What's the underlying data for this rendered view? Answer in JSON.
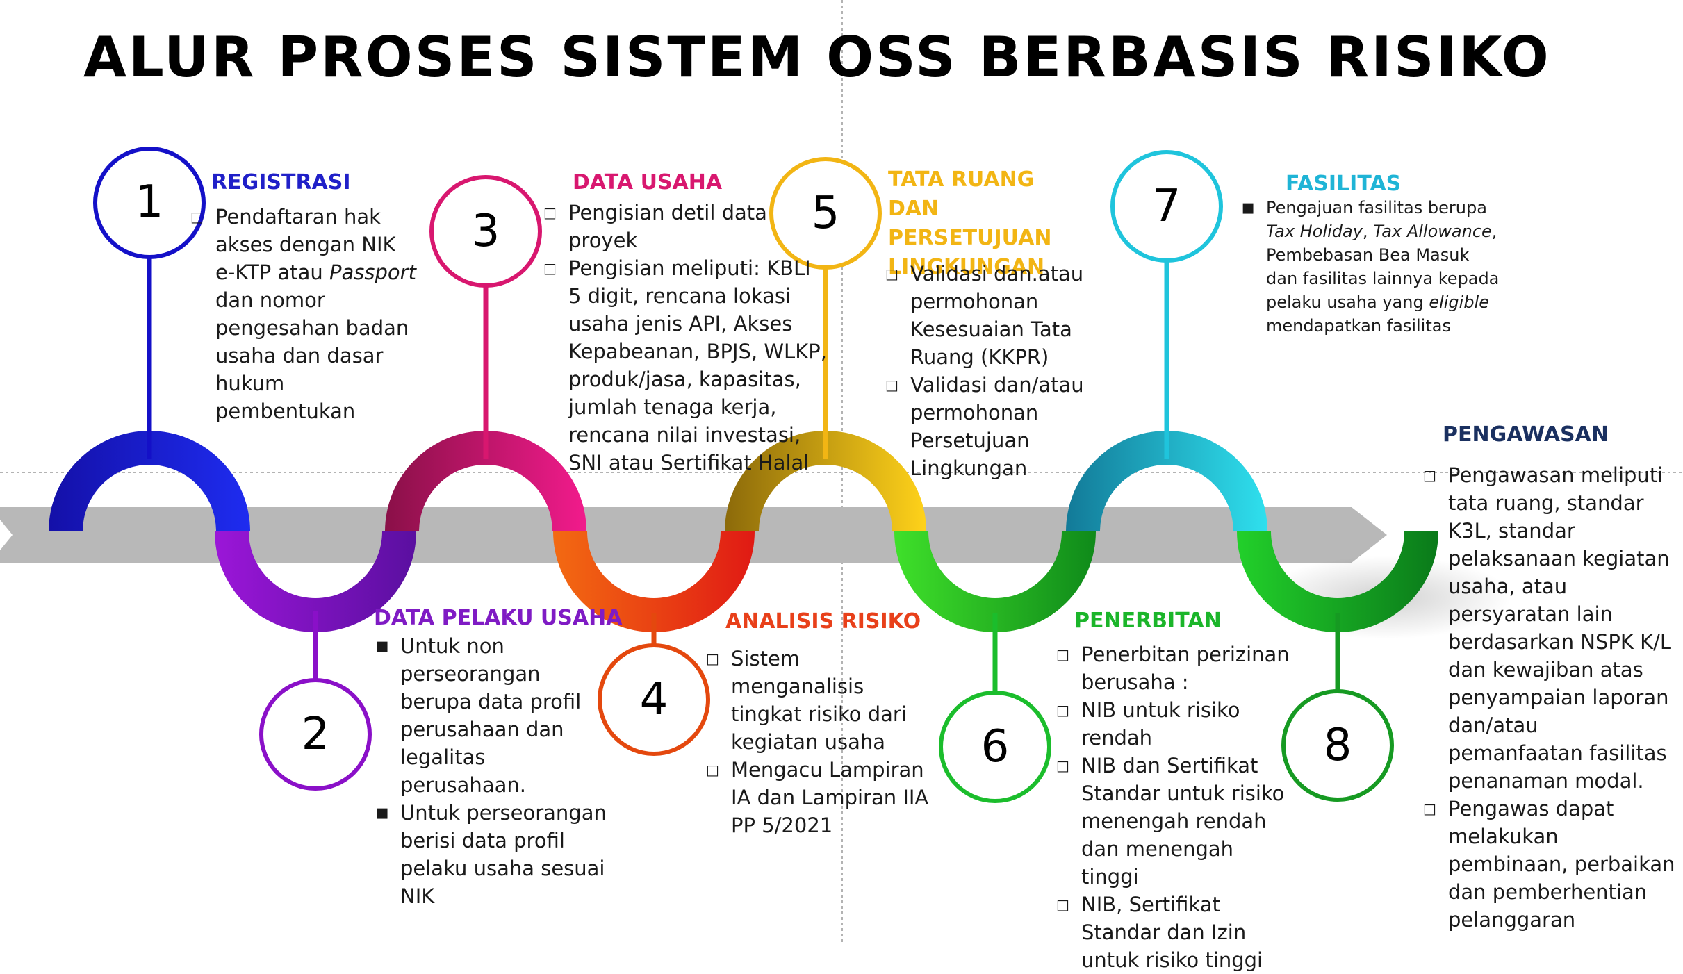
{
  "title": "ALUR PROSES SISTEM OSS BERBASIS RISIKO",
  "colors": {
    "step1": "#1410c8",
    "step2": "#8a10c8",
    "step3": "#d8176f",
    "step4": "#e4480e",
    "step5": "#f2b514",
    "step6": "#1bbd2c",
    "step7": "#1fc4dc",
    "step8": "#169a22",
    "arrow": "#b7b7b7"
  },
  "steps": [
    {
      "number": "1",
      "heading": "REGISTRASI",
      "items": [
        [
          "Pendaftaran hak akses  dengan NIK e-KTP atau  ",
          {
            "em": "Passport"
          },
          " dan nomor pengesahan badan usaha  dan dasar hukum pembentukan"
        ]
      ]
    },
    {
      "number": "2",
      "heading": "DATA PELAKU USAHA",
      "items": [
        [
          "Untuk non perseorangan berupa data profil perusahaan dan legalitas perusahaan."
        ],
        [
          "Untuk perseorangan berisi data profil pelaku usaha sesuai NIK"
        ]
      ]
    },
    {
      "number": "3",
      "heading": "DATA USAHA",
      "items": [
        [
          "Pengisian detil data proyek"
        ],
        [
          "Pengisian meliputi: KBLI 5 digit, rencana lokasi  usaha jenis API, Akses Kepabeanan, BPJS, WLKP, produk/jasa, kapasitas, jumlah tenaga kerja, rencana nilai investasi,  SNI atau Sertifikat Halal"
        ]
      ]
    },
    {
      "number": "4",
      "heading": "ANALISIS RISIKO",
      "items": [
        [
          "Sistem menganalisis tingkat risiko dari kegiatan usaha"
        ],
        [
          "Mengacu Lampiran IA dan  Lampiran IIA PP 5/2021"
        ]
      ]
    },
    {
      "number": "5",
      "heading": "TATA RUANG DAN PERSETUJUAN LINGKUNGAN",
      "items": [
        [
          "Validasi dan.atau permohonan Kesesuaian Tata Ruang (KKPR)"
        ],
        [
          "Validasi dan/atau permohonan Persetujuan Lingkungan"
        ]
      ]
    },
    {
      "number": "6",
      "heading": "PENERBITAN",
      "items": [
        [
          "Penerbitan perizinan berusaha :"
        ],
        [
          "NIB untuk risiko rendah"
        ],
        [
          "NIB dan Sertifikat Standar  untuk risiko menengah  rendah dan menengah tinggi"
        ],
        [
          "NIB, Sertifikat Standar dan Izin untuk risiko tinggi"
        ]
      ]
    },
    {
      "number": "7",
      "heading": "FASILITAS",
      "items": [
        [
          "Pengajuan fasilitas berupa ",
          {
            "em": "Tax Holiday"
          },
          ", ",
          {
            "em": "Tax Allowance"
          },
          ", Pembebasan Bea Masuk dan fasilitas lainnya kepada pelaku usaha yang ",
          {
            "em": "eligible"
          },
          " mendapatkan fasilitas"
        ]
      ]
    },
    {
      "number": "8",
      "heading": "PENGAWASAN",
      "items": [
        [
          "Pengawasan meliputi tata  ruang, standar K3L, standar pelaksanaan kegiatan usaha,  atau persyaratan lain berdasarkan NSPK K/L dan  kewajiban atas penyampaian laporan dan/atau  pemanfaatan fasilitas  penanaman modal."
        ],
        [
          "Pengawas dapat melakukan pembinaan, perbaikan dan pemberhentian pelanggaran"
        ]
      ]
    }
  ]
}
